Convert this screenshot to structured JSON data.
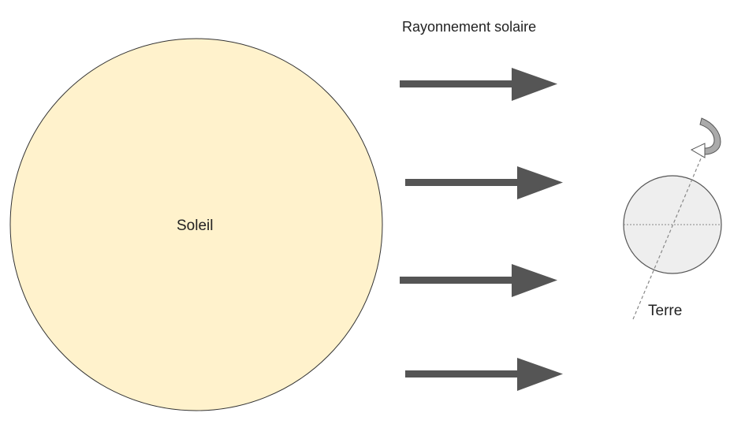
{
  "diagram": {
    "radiation_label": "Rayonnement solaire",
    "sun_label": "Soleil",
    "earth_label": "Terre"
  },
  "colors": {
    "sun_fill": "#fff2cc",
    "outline": "#333333",
    "arrow": "#555555",
    "earth_fill": "#eeeeee",
    "earth_outline": "#555555",
    "axis": "#888888",
    "rotation_arrow_fill": "#aaaaaa",
    "rotation_arrow_light": "#ffffff"
  }
}
